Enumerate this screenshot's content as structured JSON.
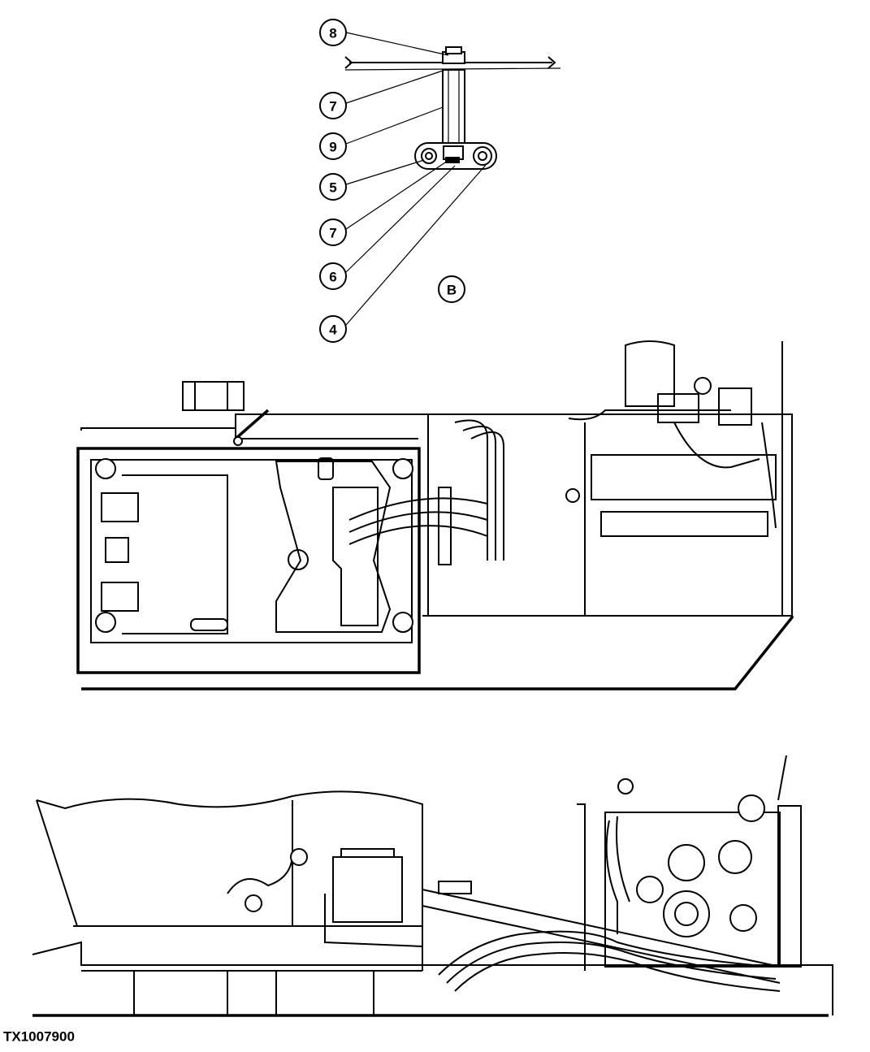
{
  "view_label": "B",
  "callouts": [
    {
      "id": "callout-8",
      "label": "8"
    },
    {
      "id": "callout-7a",
      "label": "7"
    },
    {
      "id": "callout-9",
      "label": "9"
    },
    {
      "id": "callout-5",
      "label": "5"
    },
    {
      "id": "callout-7b",
      "label": "7"
    },
    {
      "id": "callout-6",
      "label": "6"
    },
    {
      "id": "callout-4",
      "label": "4"
    }
  ],
  "figure_id": "TX1007900"
}
